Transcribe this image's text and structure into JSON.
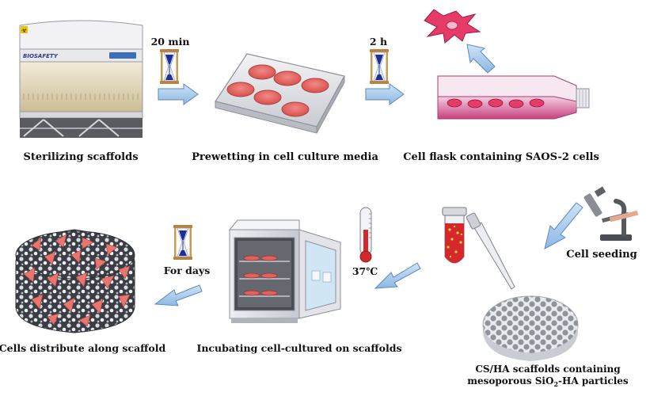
{
  "step1": {
    "caption": "Sterilizing scaffolds",
    "cabinet_label": "BIOSAFETY"
  },
  "timer1": {
    "label": "20 min"
  },
  "step2": {
    "caption": "Prewetting in cell culture media"
  },
  "timer2": {
    "label": "2 h"
  },
  "step3": {
    "caption": "Cell flask containing SAOS-2 cells"
  },
  "step4": {
    "caption": "Cell seeding"
  },
  "step5": {
    "caption_line1": "CS/HA scaffolds containing",
    "caption_line2_prefix": "mesoporous SiO",
    "caption_line2_sub": "2",
    "caption_line2_suffix": "-HA particles"
  },
  "step6": {
    "caption": "Incubating cell-cultured on scaffolds",
    "temperature_label": "37℃"
  },
  "timer3": {
    "label": "For days"
  },
  "step7": {
    "caption": "Cells distribute along scaffold"
  },
  "colors": {
    "arrow": "#9cc3ea",
    "arrow_stroke": "#5b89c2",
    "media": "#e0605e",
    "cell_pink": "#e63a69",
    "flask": "#c8407f",
    "hourglass_frame": "#b7833f",
    "hourglass_sand": "#1f2f9a"
  }
}
